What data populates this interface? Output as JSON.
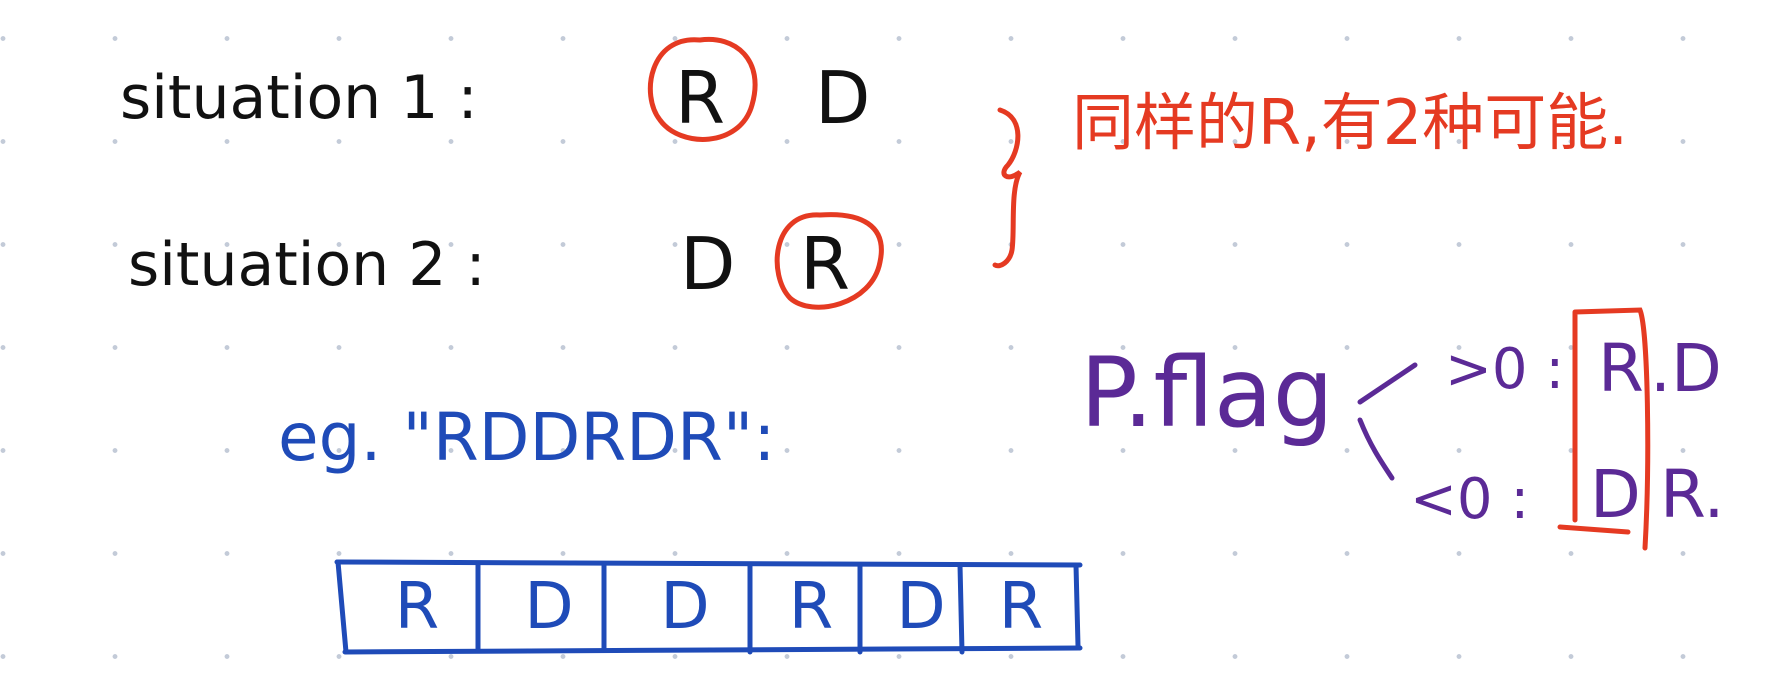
{
  "colors": {
    "black_ink": "#111111",
    "red_ink": "#e53a22",
    "blue_ink": "#1f4bb8",
    "purple_ink": "#5b2a96",
    "grid_dot": "#c3cbd8"
  },
  "situation1": {
    "label": "situation 1 :",
    "first": "R",
    "second": "D"
  },
  "situation2": {
    "label": "situation 2 :",
    "first": "D",
    "second": "R"
  },
  "note_red": "同样的R,有2种可能.",
  "example": {
    "label": "eg. \"RDDRDR\":"
  },
  "cells": [
    "R",
    "D",
    "D",
    "R",
    "D",
    "R"
  ],
  "flag": {
    "label": "P.flag",
    "positive": {
      "condition": ">0 :",
      "first": "R",
      "second": ".D"
    },
    "negative": {
      "condition": "<0 :",
      "first": "D",
      "second": "R."
    }
  }
}
